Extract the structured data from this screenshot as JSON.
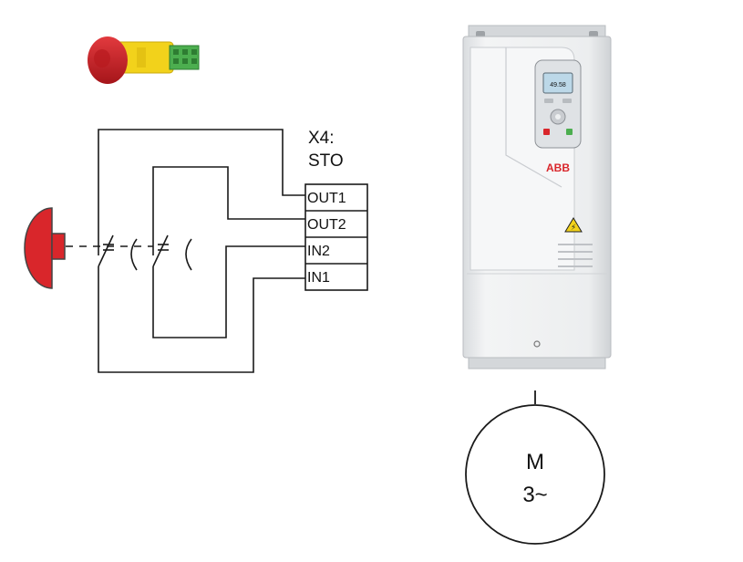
{
  "connector": {
    "heading_line1": "X4:",
    "heading_line2": "STO",
    "terminals": [
      "OUT1",
      "OUT2",
      "IN2",
      "IN1"
    ]
  },
  "drive": {
    "brand": "ABB",
    "display_text": "49.58"
  },
  "motor": {
    "line1": "M",
    "line2": "3~"
  },
  "colors": {
    "estop_red": "#d9262b",
    "estop_yellow": "#f2d21b",
    "terminal_green": "#4cae4f",
    "drive_body": "#eef0f1",
    "wire": "#1a1a1a"
  }
}
